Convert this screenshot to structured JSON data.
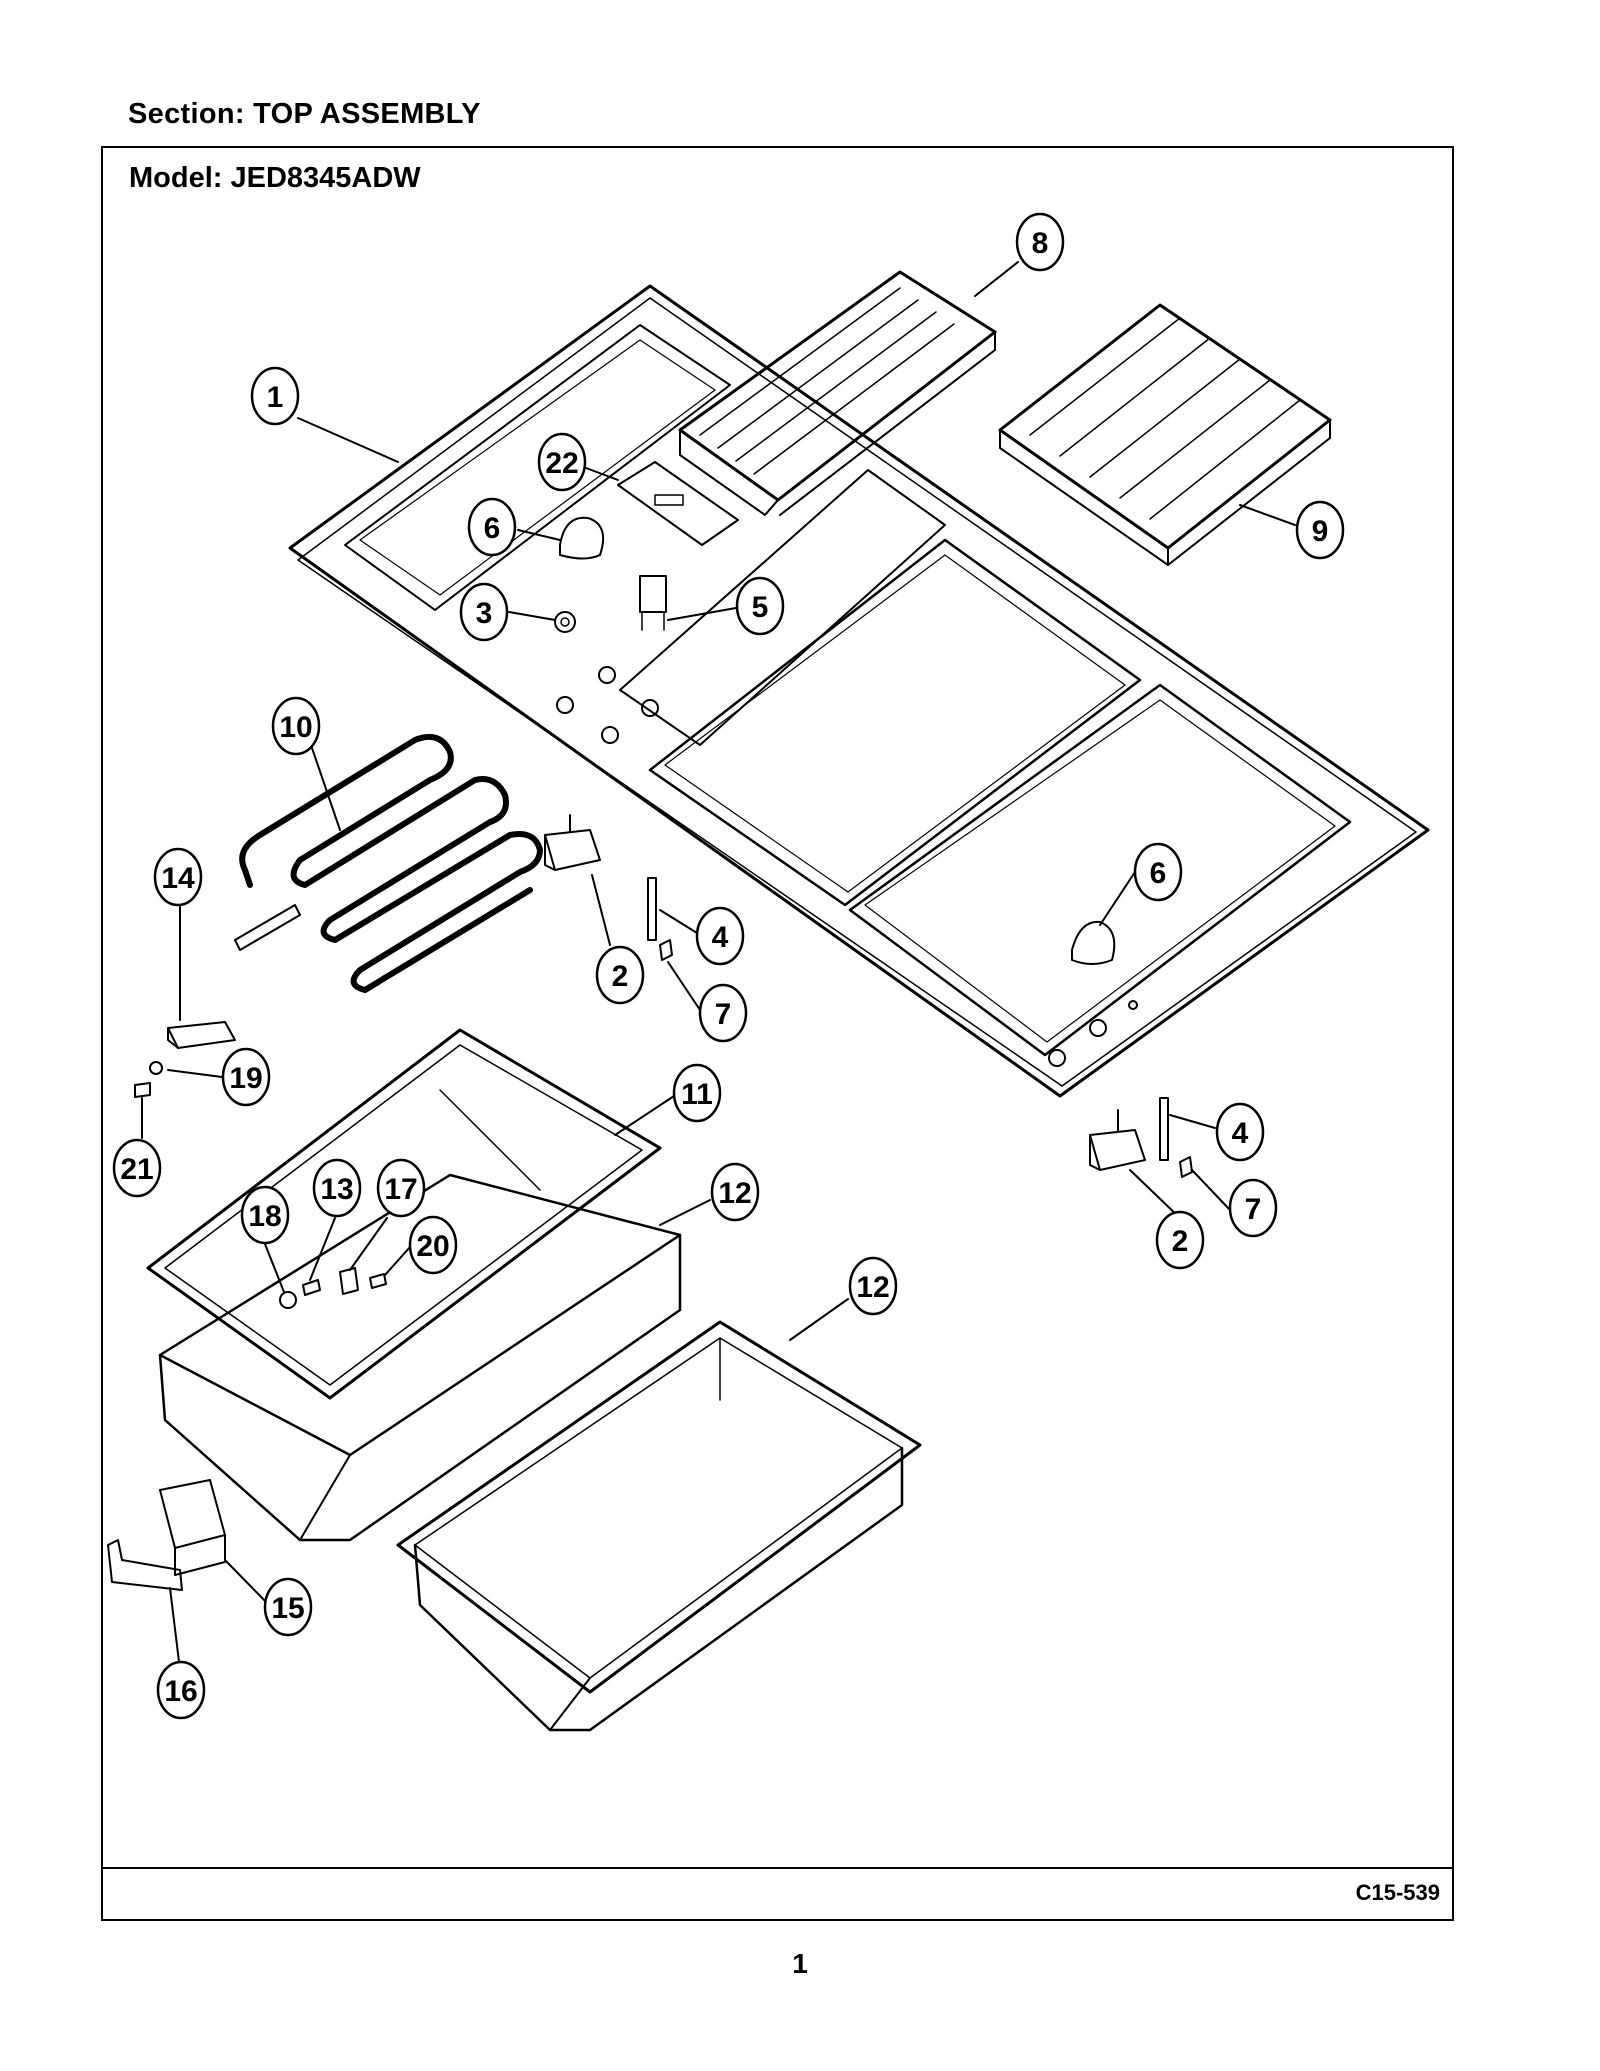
{
  "header": {
    "section": "Section:  TOP ASSEMBLY",
    "model": "Model:  JED8345ADW"
  },
  "footer": {
    "drawing_code": "C15-539",
    "page_number": "1"
  },
  "callouts": [
    "1",
    "22",
    "6",
    "3",
    "5",
    "8",
    "9",
    "10",
    "14",
    "2",
    "4",
    "7",
    "6",
    "19",
    "21",
    "11",
    "13",
    "17",
    "18",
    "20",
    "12",
    "12",
    "4",
    "2",
    "7",
    "15",
    "16"
  ]
}
